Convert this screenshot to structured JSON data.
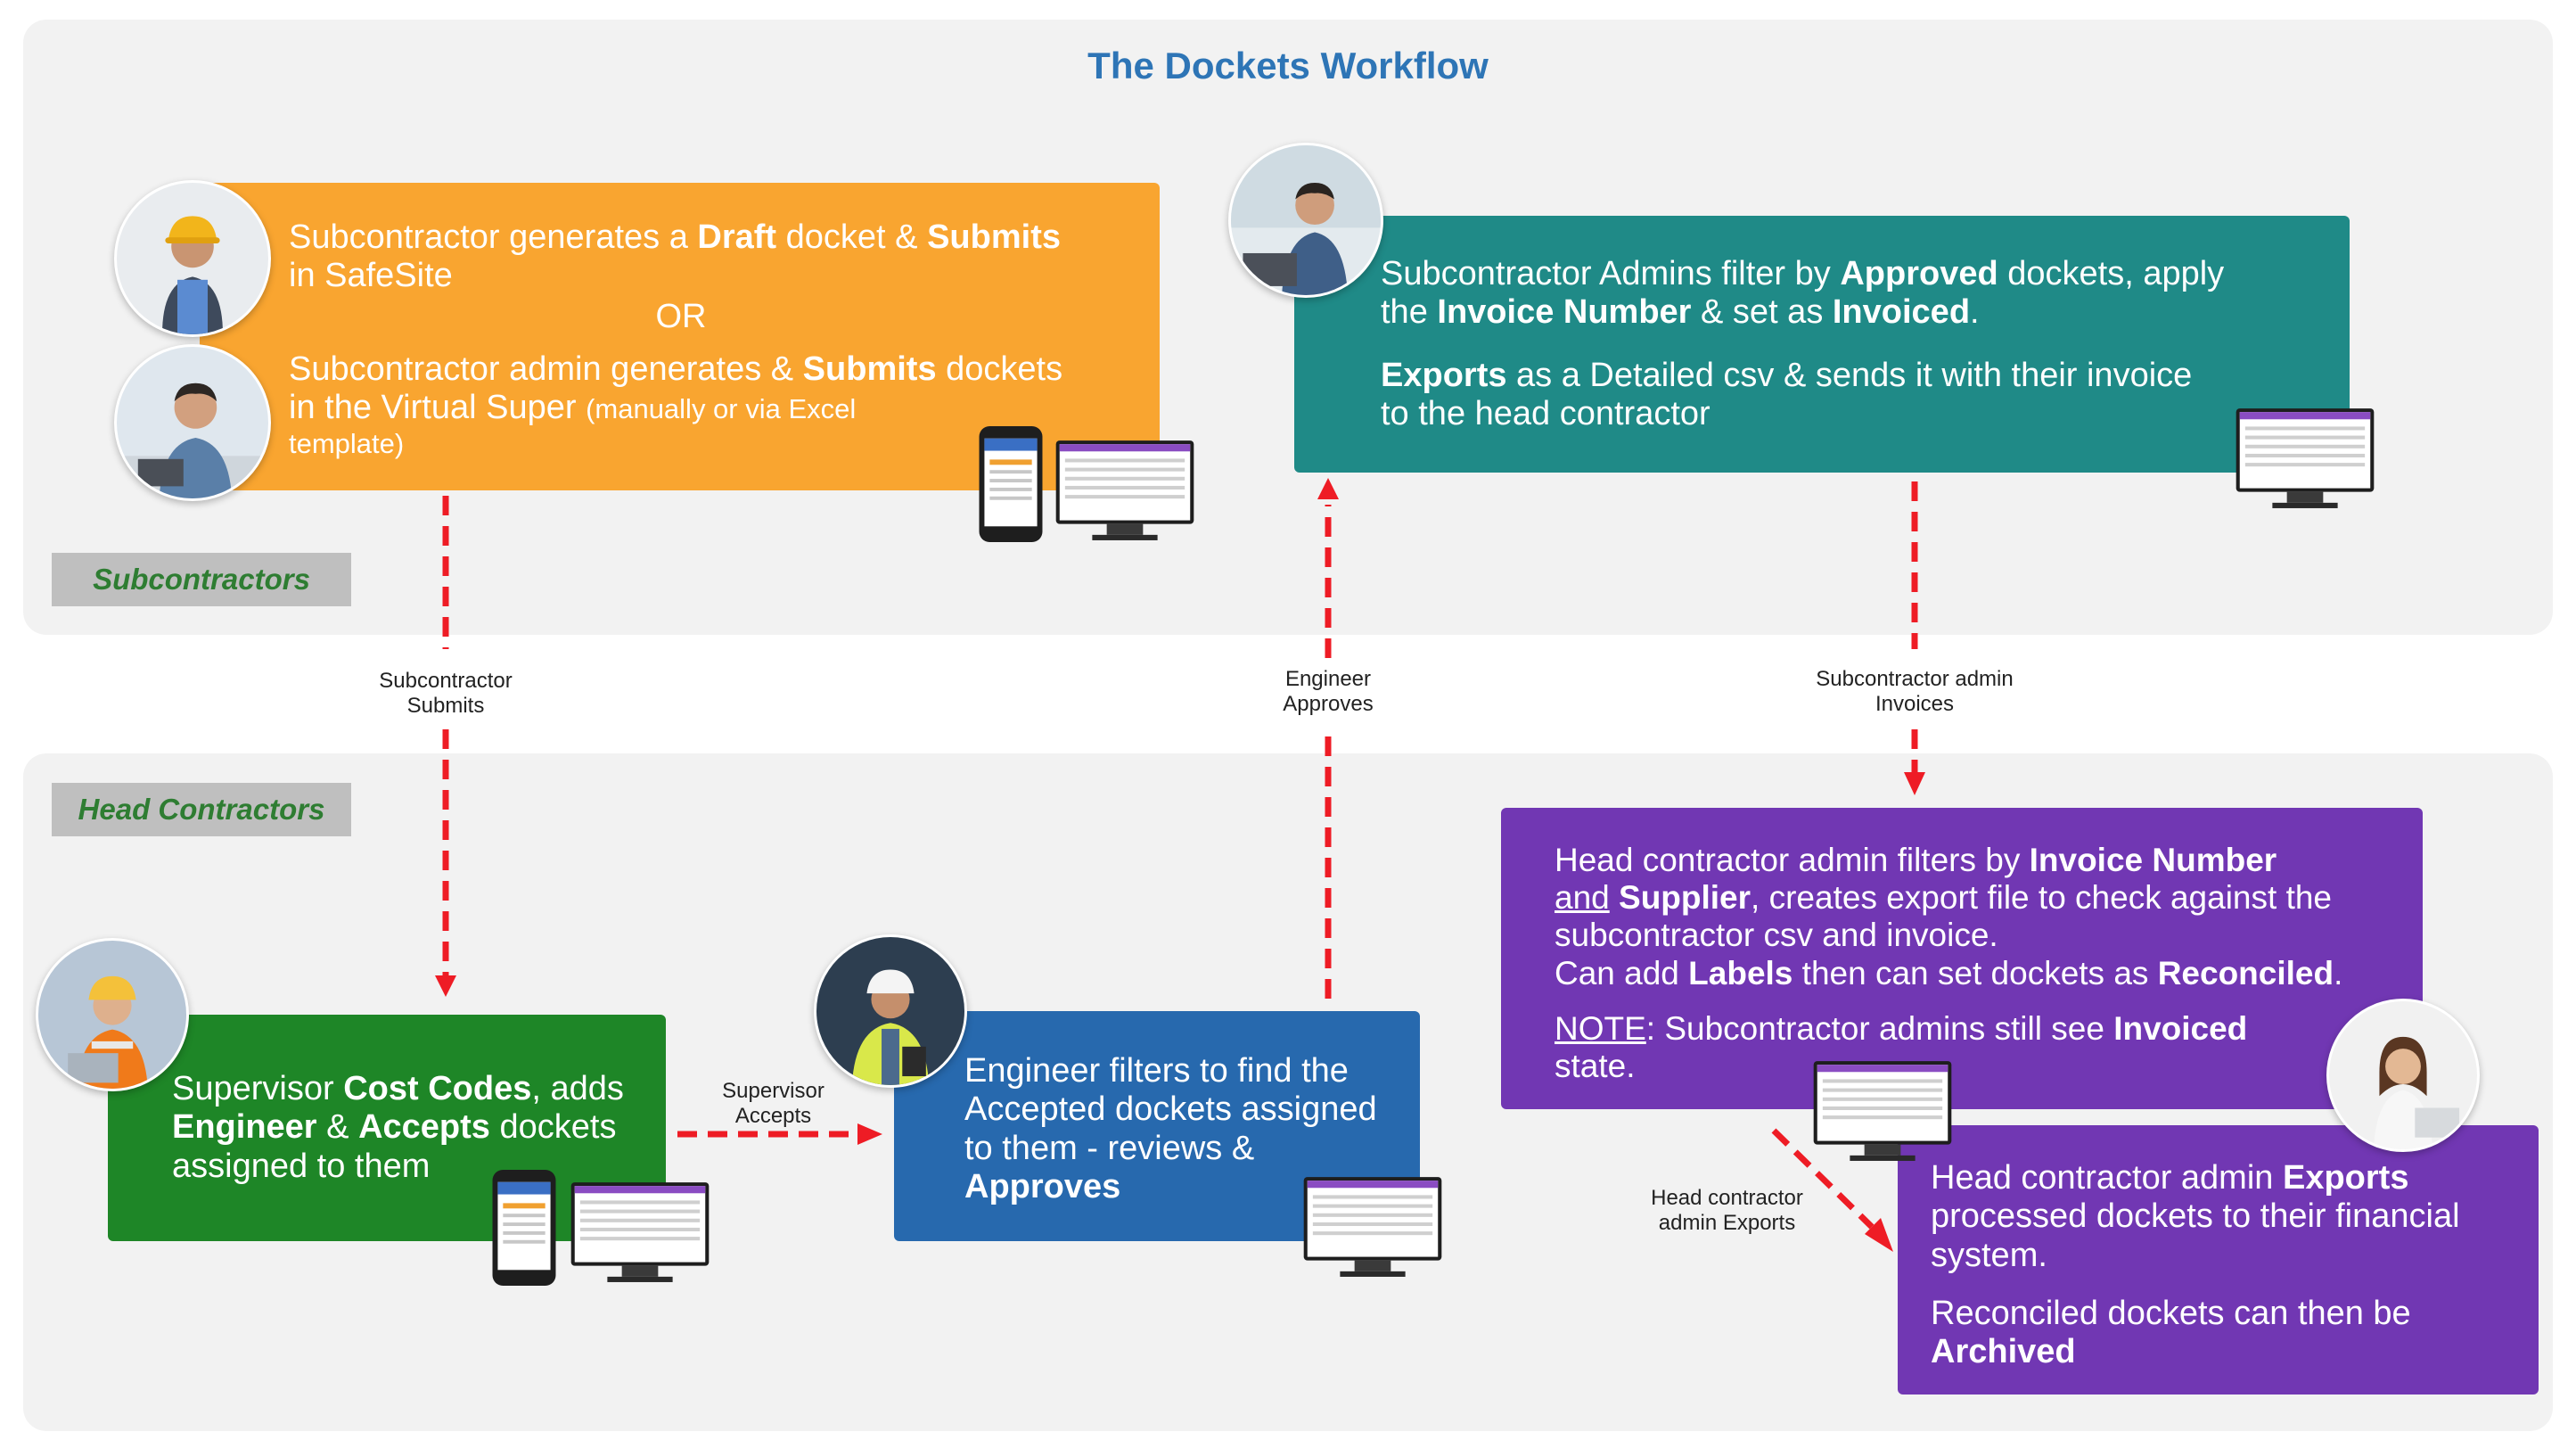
{
  "title": "The Dockets Workflow",
  "lanes": {
    "subcontractors": "Subcontractors",
    "head_contractors": "Head Contractors"
  },
  "steps": {
    "sub_generate": {
      "line1_a": "Subcontractor generates a ",
      "line1_b": "Draft",
      "line1_c": " docket & ",
      "line1_d": "Submits",
      "line2": "in SafeSite",
      "or": "OR",
      "line3_a": "Subcontractor admin generates & ",
      "line3_b": "Submits",
      "line3_c": " dockets",
      "line4_a": "in the Virtual Super ",
      "line4_b": "(manually or via Excel",
      "line5": "template)"
    },
    "sub_invoice": {
      "line1_a": "Subcontractor Admins filter by ",
      "line1_b": "Approved",
      "line1_c": " dockets, apply",
      "line2_a": "the ",
      "line2_b": "Invoice Number",
      "line2_c": " & set as ",
      "line2_d": "Invoiced",
      "line2_e": ".",
      "line3_a": "Exports",
      "line3_b": " as a Detailed csv & sends it with their invoice",
      "line4": "to the head contractor"
    },
    "supervisor": {
      "line1_a": "Supervisor ",
      "line1_b": "Cost Codes",
      "line1_c": ", adds",
      "line2_a": "Engineer",
      "line2_b": " & ",
      "line2_c": "Accepts",
      "line2_d": " dockets",
      "line3": "assigned to them"
    },
    "engineer": {
      "line1": "Engineer filters to find the",
      "line2": "Accepted dockets assigned",
      "line3": "to them - reviews &",
      "line4": "Approves"
    },
    "head_reconcile": {
      "line1_a": "Head contractor admin filters by ",
      "line1_b": "Invoice Number",
      "line2_a": "and",
      "line2_b": "Supplier",
      "line2_c": ", creates export file to check against the",
      "line3": "subcontractor csv and invoice.",
      "line4_a": "Can add ",
      "line4_b": "Labels",
      "line4_c": " then can set dockets as ",
      "line4_d": "Reconciled",
      "line4_e": ".",
      "line5_a": "NOTE",
      "line5_b": ": Subcontractor admins still see ",
      "line5_c": "Invoiced",
      "line6": "state."
    },
    "head_export": {
      "line1_a": "Head contractor admin ",
      "line1_b": "Exports",
      "line2": "processed dockets to their financial",
      "line3": "system.",
      "line4": "Reconciled dockets can then be",
      "line5": "Archived"
    }
  },
  "flow_labels": {
    "sub_submits": [
      "Subcontractor",
      "Submits"
    ],
    "eng_approves": [
      "Engineer",
      "Approves"
    ],
    "sub_invoices": [
      "Subcontractor admin",
      "Invoices"
    ],
    "sup_accepts": [
      "Supervisor",
      "Accepts"
    ],
    "head_exports": [
      "Head contractor",
      "admin Exports"
    ]
  },
  "colors": {
    "title": "#2e75b6",
    "lane_label_text": "#2e7d32",
    "orange": "#f9a530",
    "teal": "#1f8a87",
    "green": "#1e8627",
    "blue": "#2769ae",
    "purple": "#7137b3",
    "arrow": "#ee1c25"
  }
}
